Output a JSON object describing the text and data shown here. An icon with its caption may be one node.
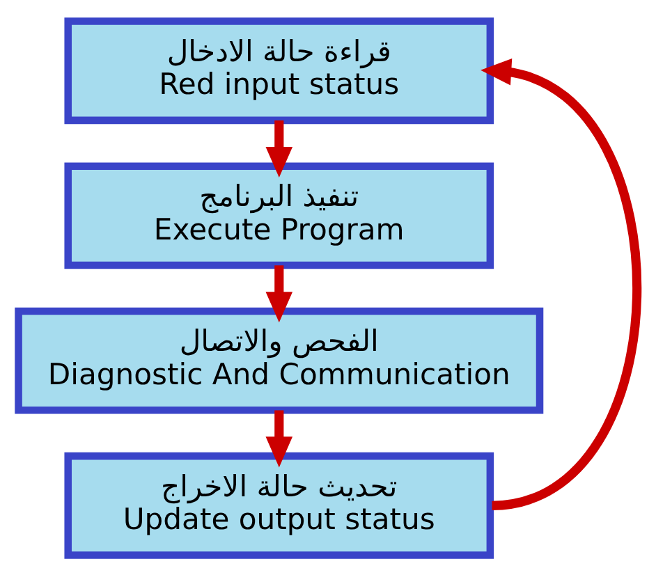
{
  "diagram": {
    "nodes": [
      {
        "text": [
          "قراءة حالة الادخال",
          "Red input status"
        ]
      },
      {
        "text": [
          "تنفيذ البرنامج",
          "Execute Program"
        ]
      },
      {
        "text": [
          "الفحص والاتصال",
          "Diagnostic And Communication"
        ]
      },
      {
        "text": [
          "تحديث حالة الاخراج",
          "Update output status"
        ]
      }
    ],
    "edges": [
      {
        "from": 0,
        "to": 1,
        "arrow": "to"
      },
      {
        "from": 1,
        "to": 2,
        "arrow": "to"
      },
      {
        "from": 2,
        "to": 3,
        "arrow": "to"
      },
      {
        "from": 3,
        "to": 0,
        "arrow": "to"
      }
    ]
  }
}
